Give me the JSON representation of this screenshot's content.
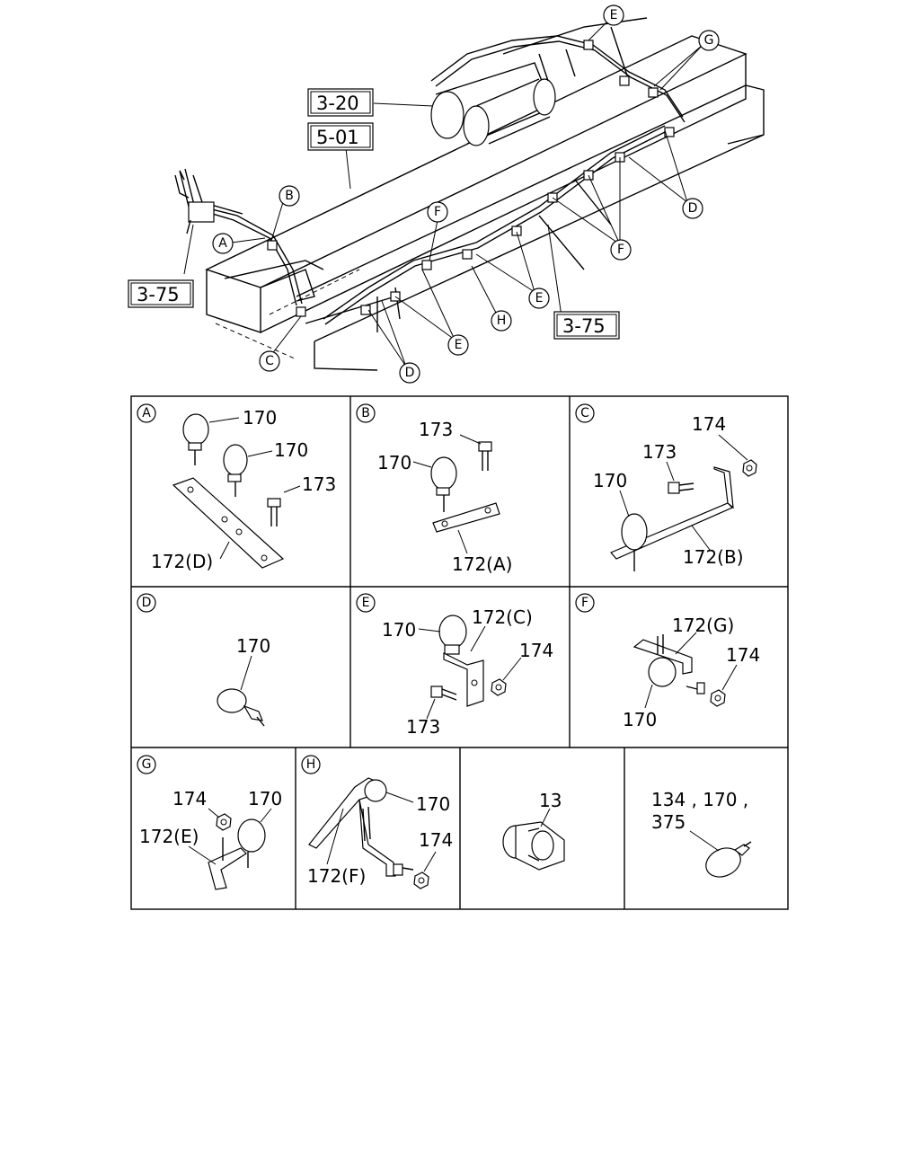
{
  "overview": {
    "ref_boxes": [
      {
        "id": "ref-3-20",
        "text": "3-20"
      },
      {
        "id": "ref-5-01",
        "text": "5-01"
      },
      {
        "id": "ref-3-75-left",
        "text": "3-75"
      },
      {
        "id": "ref-3-75-right",
        "text": "3-75"
      }
    ],
    "callouts": {
      "e_top": "E",
      "g": "G",
      "b": "B",
      "f_upper": "F",
      "a": "A",
      "d_right": "D",
      "f_lower": "F",
      "e_mid": "E",
      "h": "H",
      "e_low": "E",
      "c": "C",
      "d_bottom": "D"
    }
  },
  "details": {
    "A": {
      "letter": "A",
      "labels": [
        "170",
        "170",
        "173",
        "172(D)"
      ]
    },
    "B": {
      "letter": "B",
      "labels": [
        "173",
        "170",
        "172(A)"
      ]
    },
    "C": {
      "letter": "C",
      "labels": [
        "174",
        "173",
        "170",
        "172(B)"
      ]
    },
    "D": {
      "letter": "D",
      "labels": [
        "170"
      ]
    },
    "E": {
      "letter": "E",
      "labels": [
        "170",
        "172(C)",
        "174",
        "173"
      ]
    },
    "F": {
      "letter": "F",
      "labels": [
        "172(G)",
        "174",
        "170"
      ]
    },
    "G": {
      "letter": "G",
      "labels": [
        "174",
        "170",
        "172(E)"
      ]
    },
    "H": {
      "letter": "H",
      "labels": [
        "170",
        "174",
        "172(F)"
      ]
    },
    "P13": {
      "labels": [
        "13"
      ]
    },
    "PMULTI": {
      "labels": [
        "134 , 170 ,",
        "375"
      ]
    }
  }
}
